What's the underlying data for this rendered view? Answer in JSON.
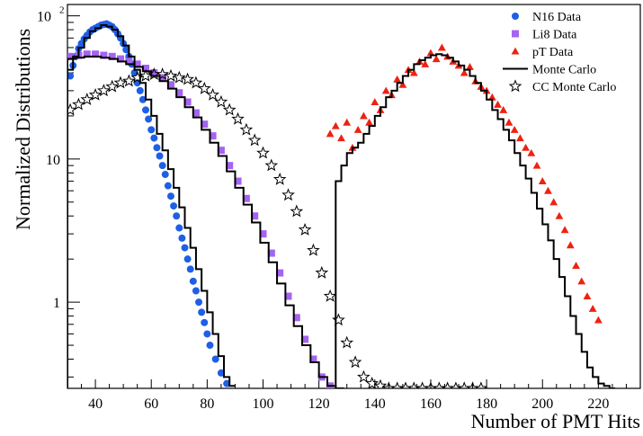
{
  "chart_data": {
    "type": "scatter",
    "xlabel": "Number of PMT Hits",
    "ylabel": "Normalized Distributions",
    "xlim": [
      30,
      235
    ],
    "ylog": true,
    "ylim": [
      0.25,
      120
    ],
    "x_ticks": [
      40,
      60,
      80,
      100,
      120,
      140,
      160,
      180,
      200,
      220
    ],
    "y_ticks": [
      {
        "value": 1,
        "label": "1"
      },
      {
        "value": 10,
        "label": "10"
      },
      {
        "value": 100,
        "label": "10",
        "exponent": "2"
      }
    ],
    "legend_position": "top-right",
    "series": [
      {
        "name": "N16 Data",
        "kind": "points",
        "marker": "circle",
        "color": "#1e5fe6",
        "x": [
          31,
          32,
          33,
          34,
          35,
          36,
          37,
          38,
          39,
          40,
          41,
          42,
          43,
          44,
          45,
          46,
          47,
          48,
          49,
          50,
          51,
          52,
          53,
          54,
          55,
          56,
          57,
          58,
          59,
          60,
          61,
          62,
          63,
          64,
          65,
          66,
          67,
          68,
          69,
          70,
          71,
          72,
          73,
          74,
          75,
          76,
          77,
          78,
          79,
          80,
          81,
          83,
          85,
          87
        ],
        "y": [
          38,
          45,
          52,
          59,
          64,
          69,
          73,
          77,
          80,
          82,
          84,
          86,
          87,
          88,
          86,
          84,
          80,
          75,
          70,
          64,
          58,
          52,
          46,
          40,
          34,
          30,
          26,
          22,
          19,
          16,
          14,
          12,
          10.5,
          9,
          7.8,
          6.5,
          5.5,
          4.7,
          4,
          3.3,
          2.8,
          2.4,
          2,
          1.7,
          1.4,
          1.2,
          1,
          0.85,
          0.72,
          0.6,
          0.5,
          0.4,
          0.32,
          0.27
        ]
      },
      {
        "name": "Li8 Data",
        "kind": "points",
        "marker": "square",
        "color": "#a463f2",
        "x": [
          31,
          34,
          37,
          40,
          43,
          46,
          49,
          52,
          55,
          58,
          61,
          64,
          67,
          70,
          73,
          76,
          79,
          82,
          85,
          88,
          91,
          94,
          97,
          100,
          103,
          106,
          109,
          112,
          115,
          118,
          121,
          124
        ],
        "y": [
          52,
          53,
          54,
          54,
          53,
          52,
          50,
          48,
          46,
          43,
          40,
          37,
          33,
          29,
          25,
          21,
          17.5,
          14.5,
          11.5,
          9,
          7,
          5.3,
          4,
          3,
          2.2,
          1.6,
          1.1,
          0.78,
          0.55,
          0.4,
          0.3,
          0.26
        ]
      },
      {
        "name": "pT Data",
        "kind": "points",
        "marker": "triangle",
        "color": "#ee2211",
        "x": [
          124,
          126,
          128,
          130,
          132,
          134,
          136,
          138,
          140,
          142,
          144,
          146,
          148,
          150,
          152,
          154,
          156,
          158,
          160,
          162,
          164,
          166,
          168,
          170,
          172,
          174,
          176,
          178,
          180,
          182,
          184,
          186,
          188,
          190,
          192,
          194,
          196,
          198,
          200,
          202,
          204,
          206,
          208,
          210,
          212,
          214,
          216,
          218,
          220
        ],
        "y": [
          15,
          17,
          14,
          18,
          12,
          16,
          20,
          18,
          25,
          22,
          30,
          28,
          36,
          33,
          42,
          40,
          48,
          46,
          55,
          50,
          60,
          52,
          48,
          45,
          40,
          44,
          35,
          32,
          30,
          27,
          24,
          22,
          18,
          16,
          14,
          12,
          11,
          9,
          7,
          6,
          5,
          4,
          3.2,
          2.5,
          1.8,
          1.4,
          1.1,
          0.9,
          0.75
        ]
      },
      {
        "name": "Monte Carlo",
        "kind": "histogram",
        "color": "#000000",
        "segments": [
          {
            "x": [
              30,
              32,
              34,
              36,
              38,
              40,
              42,
              44,
              46,
              48,
              50,
              52,
              54,
              56,
              58,
              60,
              62,
              64,
              66,
              68,
              70,
              72,
              74,
              76,
              78,
              80,
              82,
              84,
              86,
              88
            ],
            "y": [
              42,
              52,
              60,
              70,
              78,
              82,
              86,
              84,
              80,
              72,
              62,
              52,
              42,
              34,
              26,
              20,
              15,
              11.5,
              8.5,
              6.3,
              4.6,
              3.3,
              2.4,
              1.7,
              1.2,
              0.85,
              0.6,
              0.42,
              0.3,
              0.26
            ]
          },
          {
            "x": [
              30,
              33,
              36,
              39,
              42,
              45,
              48,
              51,
              54,
              57,
              60,
              63,
              66,
              69,
              72,
              75,
              78,
              81,
              84,
              87,
              90,
              93,
              96,
              99,
              102,
              105,
              108,
              111,
              114,
              117,
              120,
              123,
              126
            ],
            "y": [
              50,
              51,
              52,
              52,
              51,
              50,
              48,
              46,
              44,
              41,
              38,
              35,
              31,
              27,
              23,
              19.5,
              16,
              13,
              10.5,
              8.2,
              6.3,
              4.8,
              3.6,
              2.6,
              1.9,
              1.35,
              0.95,
              0.68,
              0.5,
              0.38,
              0.3,
              0.26,
              0.25
            ]
          },
          {
            "x": [
              126,
              128,
              130,
              132,
              134,
              136,
              138,
              140,
              142,
              144,
              146,
              148,
              150,
              152,
              154,
              156,
              158,
              160,
              162,
              164,
              166,
              168,
              170,
              172,
              174,
              176,
              178,
              180,
              182,
              184,
              186,
              188,
              190,
              192,
              194,
              196,
              198,
              200,
              202,
              204,
              206,
              208,
              210,
              212,
              214,
              216,
              218,
              220,
              222,
              224
            ],
            "y": [
              7,
              9,
              11,
              12,
              13,
              15,
              17,
              20,
              23,
              27,
              30,
              34,
              38,
              42,
              46,
              49,
              51,
              53,
              54,
              53,
              51,
              48,
              45,
              42,
              38,
              34,
              30,
              26,
              22,
              19,
              16,
              13.5,
              11,
              9,
              7.3,
              5.8,
              4.5,
              3.5,
              2.7,
              2,
              1.5,
              1.1,
              0.8,
              0.6,
              0.45,
              0.35,
              0.3,
              0.27,
              0.26,
              0.25
            ]
          }
        ]
      },
      {
        "name": "CC Monte Carlo",
        "kind": "points",
        "marker": "star-open",
        "color": "#000000",
        "x": [
          31,
          34,
          37,
          40,
          43,
          46,
          49,
          52,
          55,
          58,
          61,
          64,
          67,
          70,
          73,
          76,
          79,
          82,
          85,
          88,
          91,
          94,
          97,
          100,
          103,
          106,
          109,
          112,
          115,
          118,
          121,
          124,
          127,
          130,
          133,
          136,
          139,
          142,
          145,
          148,
          151,
          154,
          157,
          160,
          163,
          166,
          169,
          172,
          175,
          178
        ],
        "y": [
          22,
          24,
          26,
          28,
          30,
          32,
          34,
          35,
          37,
          38,
          39,
          39,
          38,
          37,
          36,
          34,
          31,
          28,
          25,
          22,
          19,
          16,
          13.5,
          11,
          9,
          7.2,
          5.6,
          4.3,
          3.2,
          2.3,
          1.6,
          1.1,
          0.75,
          0.52,
          0.38,
          0.3,
          0.27,
          0.26,
          0.25,
          0.25,
          0.25,
          0.25,
          0.25,
          0.25,
          0.25,
          0.25,
          0.25,
          0.25,
          0.25,
          0.25
        ]
      }
    ]
  }
}
